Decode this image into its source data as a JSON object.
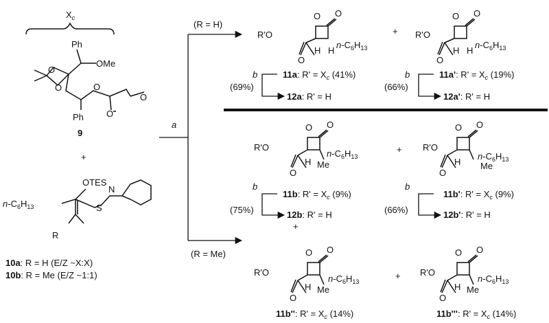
{
  "reagent_9": {
    "aux_label": "X",
    "aux_sub": "c",
    "ph_top": "Ph",
    "ome": "OMe",
    "ph_bottom": "Ph",
    "o1": "O",
    "o2": "O",
    "o3": "O",
    "o4": "O",
    "o5": "O",
    "number": "9"
  },
  "plus_reagents": "+",
  "reagent_10": {
    "otes": "OTES",
    "chain_prefix": "n",
    "chain_main": "-C",
    "chain_sub6": "6",
    "chain_H": "H",
    "chain_sub13": "13",
    "R": "R",
    "S": "S",
    "N": "N"
  },
  "legend": [
    {
      "num": "10a",
      "text": ": R = H (E/Z ~X:X)"
    },
    {
      "num": "10b",
      "text": ": R = Me (E/Z ~1:1)"
    }
  ],
  "arrows": {
    "main_label": "a",
    "top_branch": "(R = H)",
    "bottom_branch": "(R = Me)",
    "b": "b"
  },
  "top_products": {
    "p1": {
      "ester": "R'O",
      "H1": "H",
      "H2": "H",
      "chain_n": "n",
      "chain_rest": "-C",
      "s6": "6",
      "h": "H",
      "s13": "13"
    },
    "p2": {
      "ester": "R'O",
      "H1": "H",
      "H2": "H",
      "chain_n": "n",
      "chain_rest": "-C",
      "s6": "6",
      "h": "H",
      "s13": "13"
    },
    "plus": "+",
    "label_11a_num": "11a",
    "label_11a_text_pre": ": R' = X",
    "label_11a_sub": "c",
    "label_11a_text_post": " (41%)",
    "yield_b1": "(69%)",
    "label_12a_num": "12a",
    "label_12a_text": ": R' = H",
    "label_11a2_num": "11a'",
    "label_11a2_text_pre": ": R' = X",
    "label_11a2_sub": "c",
    "label_11a2_text_post": " (19%)",
    "yield_b2": "(66%)",
    "label_12a2_num": "12a'",
    "label_12a2_text": ": R' = H"
  },
  "bottom_products": {
    "ester": "R'O",
    "H": "H",
    "Me": "Me",
    "O": "O",
    "chain_n": "n",
    "chain_rest": "-C",
    "s6": "6",
    "h": "H",
    "s13": "13",
    "plus": "+",
    "label_11b_num": "11b",
    "label_11b_pre": ": R' = X",
    "label_11b_sub": "c",
    "label_11b_post": " (9%)",
    "yield_b3": "(75%)",
    "label_12b_num": "12b",
    "label_12b_text": ": R' = H",
    "label_11b1_num": "11b'",
    "label_11b1_pre": ": R' = X",
    "label_11b1_sub": "c",
    "label_11b1_post": " (9%)",
    "yield_b4": "(66%)",
    "label_12b1_num": "12b'",
    "label_12b1_text": ": R' = H",
    "label_11b2_num": "11b''",
    "label_11b2_pre": ": R' = X",
    "label_11b2_sub": "c",
    "label_11b2_post": " (14%)",
    "label_11b3_num": "11b'''",
    "label_11b3_pre": ": R' = X",
    "label_11b3_sub": "c",
    "label_11b3_post": " (14%)"
  }
}
